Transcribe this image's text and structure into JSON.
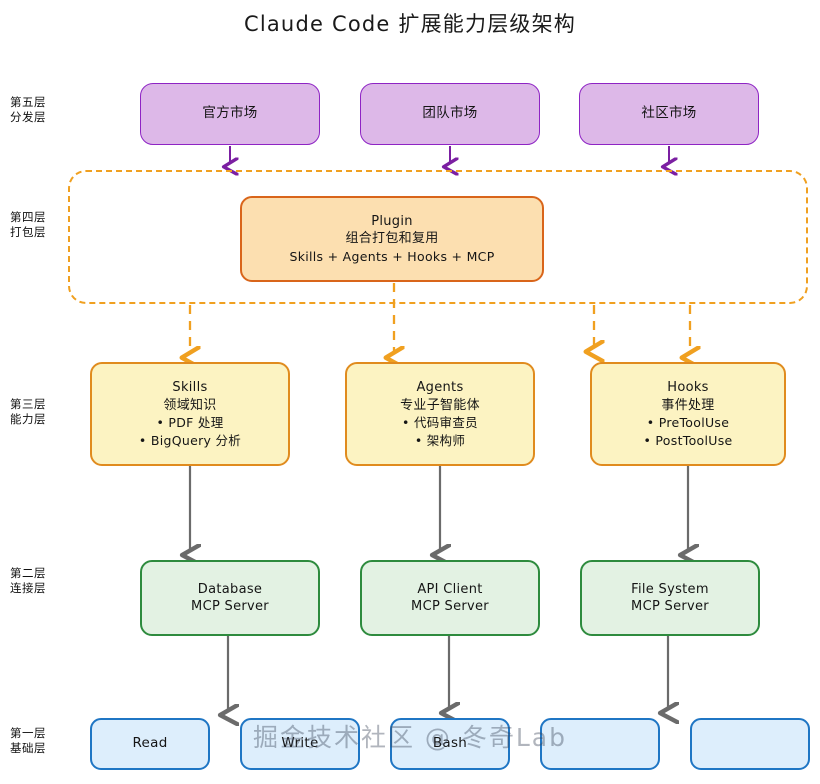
{
  "title": "Claude Code 扩展能力层级架构",
  "watermark": "掘金技术社区 @ 冬奇Lab",
  "colors": {
    "market_fill": "#ddb8e8",
    "market_stroke": "#8e24c4",
    "plugin_fill": "#fcdfb0",
    "plugin_stroke": "#d9651a",
    "group_dash_stroke": "#f0a020",
    "capability_fill": "#fcf3c2",
    "capability_stroke": "#e08b1e",
    "mcp_fill": "#e3f2e3",
    "mcp_stroke": "#2e8b3e",
    "tool_fill": "#ddeefc",
    "tool_stroke": "#1f76c4",
    "arrow_gray": "#6b6b6b",
    "arrow_purple": "#7b1fa2",
    "arrow_orange": "#f0a020"
  },
  "layers": [
    {
      "index": "第五层",
      "name": "分发层"
    },
    {
      "index": "第四层",
      "name": "打包层"
    },
    {
      "index": "第三层",
      "name": "能力层"
    },
    {
      "index": "第二层",
      "name": "连接层"
    },
    {
      "index": "第一层",
      "name": "基础层"
    }
  ],
  "markets": [
    {
      "label": "官方市场"
    },
    {
      "label": "团队市场"
    },
    {
      "label": "社区市场"
    }
  ],
  "plugin": {
    "line1": "Plugin",
    "line2": "组合打包和复用",
    "line3": "Skills + Agents + Hooks + MCP"
  },
  "capabilities": [
    {
      "title": "Skills",
      "subtitle": "领域知识",
      "items": [
        "• PDF 处理",
        "• BigQuery 分析"
      ]
    },
    {
      "title": "Agents",
      "subtitle": "专业子智能体",
      "items": [
        "• 代码审查员",
        "• 架构师"
      ]
    },
    {
      "title": "Hooks",
      "subtitle": "事件处理",
      "items": [
        "• PreToolUse",
        "• PostToolUse"
      ]
    }
  ],
  "mcp_servers": [
    {
      "line1": "Database",
      "line2": "MCP Server"
    },
    {
      "line1": "API Client",
      "line2": "MCP Server"
    },
    {
      "line1": "File System",
      "line2": "MCP Server"
    }
  ],
  "tools": [
    {
      "label": "Read"
    },
    {
      "label": "Write"
    },
    {
      "label": "Bash"
    },
    {
      "label": ""
    },
    {
      "label": ""
    }
  ]
}
